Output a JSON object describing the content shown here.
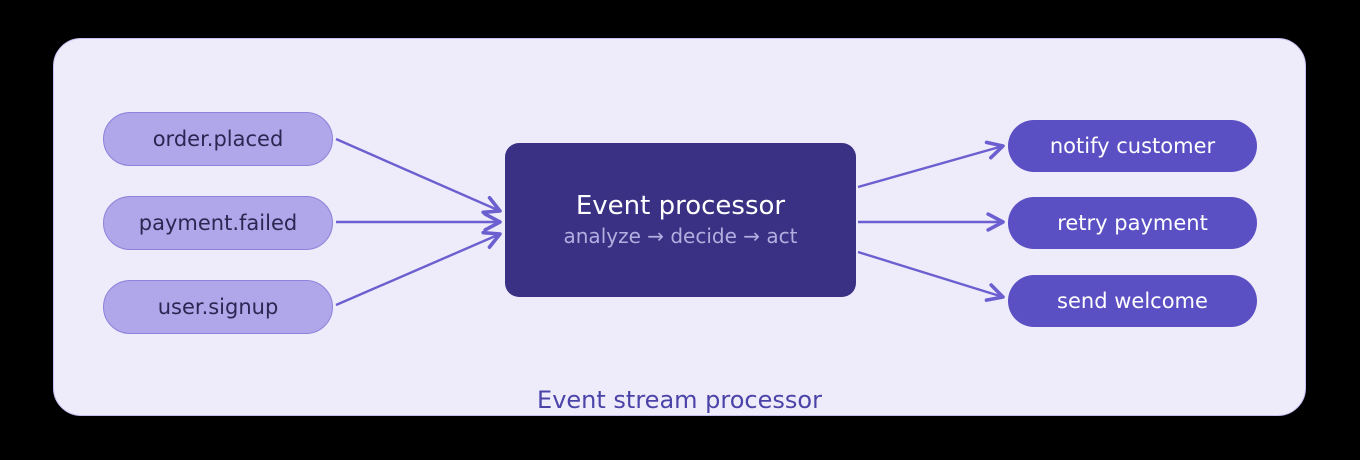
{
  "diagram": {
    "caption": "Event stream processor",
    "colors": {
      "page_background": "#000000",
      "panel_background": "#eeecfb",
      "panel_border": "#c6bff2",
      "event_pill_fill": "#b0a7ea",
      "event_pill_border": "#8d82d9",
      "event_pill_text": "#2b2752",
      "processor_fill": "#3b3184",
      "processor_title_text": "#ffffff",
      "processor_subtitle_text": "#b3aee0",
      "action_pill_fill": "#5b4fc4",
      "action_pill_text": "#ffffff",
      "edge_stroke": "#6c5fd0",
      "caption_text": "#4b43a8"
    },
    "inputs": [
      {
        "label": "order.placed"
      },
      {
        "label": "payment.failed"
      },
      {
        "label": "user.signup"
      }
    ],
    "processor": {
      "title": "Event processor",
      "subtitle": "analyze → decide → act"
    },
    "outputs": [
      {
        "label": "notify customer"
      },
      {
        "label": "retry payment"
      },
      {
        "label": "send welcome"
      }
    ],
    "edges": [
      {
        "from": "order.placed",
        "to": "Event processor"
      },
      {
        "from": "payment.failed",
        "to": "Event processor"
      },
      {
        "from": "user.signup",
        "to": "Event processor"
      },
      {
        "from": "Event processor",
        "to": "notify customer"
      },
      {
        "from": "Event processor",
        "to": "retry payment"
      },
      {
        "from": "Event processor",
        "to": "send welcome"
      }
    ]
  }
}
